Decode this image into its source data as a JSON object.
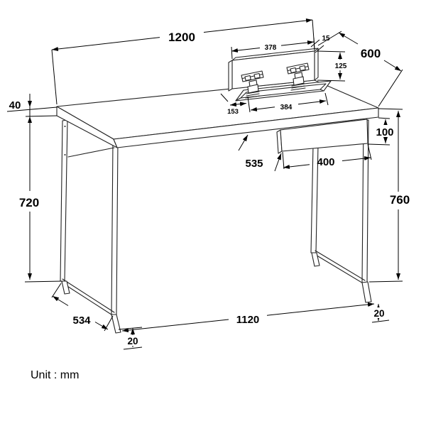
{
  "drawing": {
    "subject": "desk-with-flip-up-cable-compartment",
    "unit_label": "Unit : mm"
  },
  "dimensions": {
    "desktop_width": "1200",
    "desktop_depth": "600",
    "desktop_thickness": "40",
    "underframe_height": "720",
    "overall_height": "760",
    "side_frame_depth": "534",
    "base_width": "1120",
    "left_foot_height": "20",
    "right_foot_height": "20",
    "drawer_height": "100",
    "drawer_width": "400",
    "drawer_left_offset": "535",
    "flap_width": "378",
    "flap_thickness": "15",
    "flap_height": "125",
    "cutout_left_offset": "153",
    "cutout_width": "384"
  },
  "colors": {
    "outline": "#222222",
    "dimension": "#000000",
    "background": "#ffffff"
  }
}
